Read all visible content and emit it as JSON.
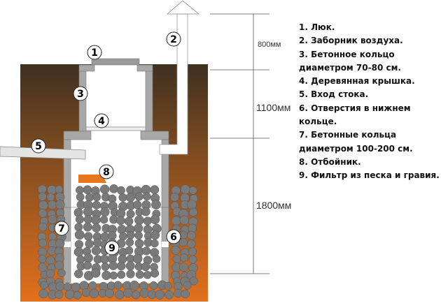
{
  "callouts": [
    "1",
    "2",
    "3",
    "4",
    "5",
    "6",
    "7",
    "8",
    "9"
  ],
  "dimensions": {
    "top": "800мм",
    "middle": "1100мм",
    "bottom": "1800мм"
  },
  "legend": [
    "1. Люк.",
    "2. Заборник воздуха.",
    "3. Бетонное кольцо",
    "диаметром 70-80 см.",
    "4. Деревянная крышка.",
    "5. Вход стока.",
    "6. Отверстия в нижнем",
    "кольце.",
    "7. Бетонные кольца",
    "диаметром 100-200 см.",
    "8. Отбойник.",
    "9. Фильтр из песка и гравия."
  ],
  "colors": {
    "soil_top": "#3f3020",
    "soil_bottom": "#e2701c",
    "concrete": "#a8a8a8",
    "stone": "#7a7a7a",
    "deflector": "#e8781e"
  }
}
